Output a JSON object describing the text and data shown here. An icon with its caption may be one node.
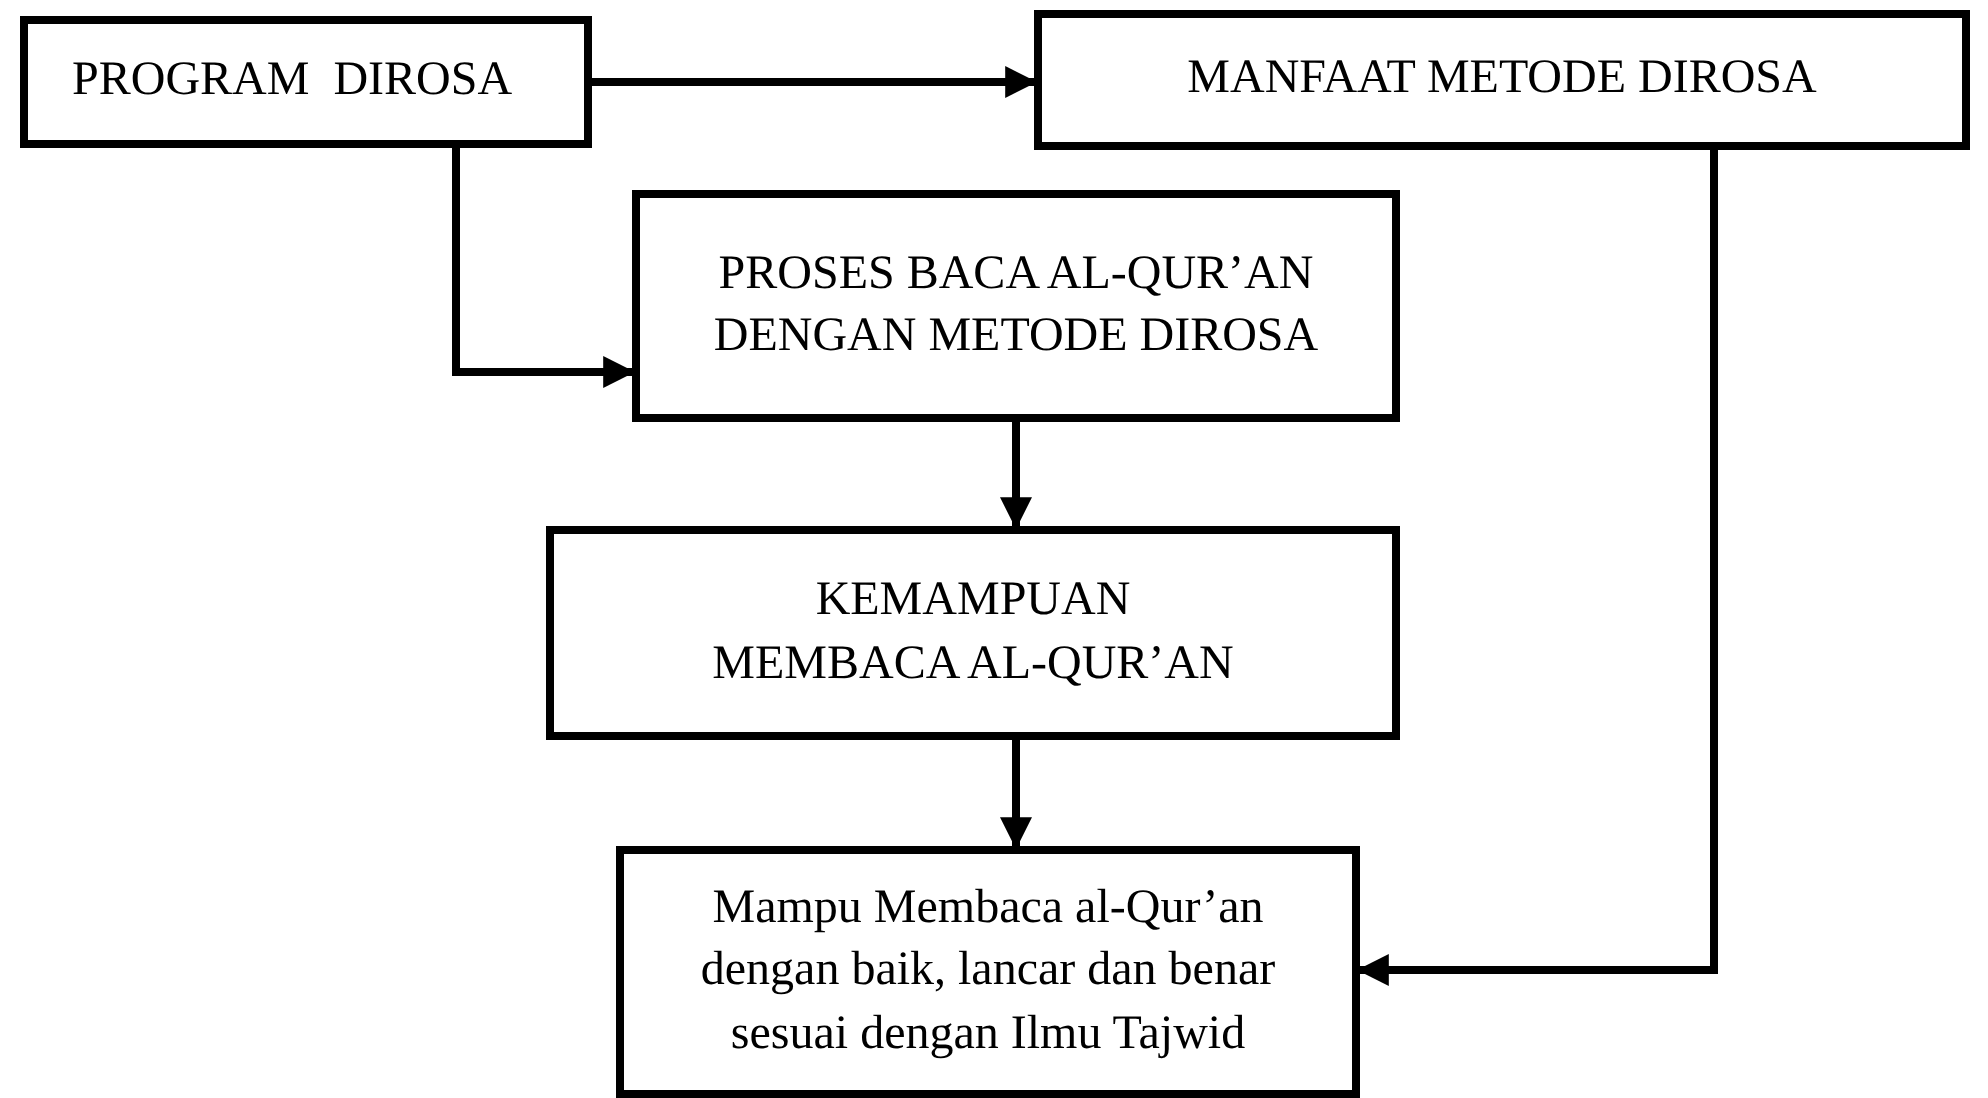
{
  "diagram": {
    "nodes": [
      {
        "text": [
          "PROGRAM  DIROSA"
        ]
      },
      {
        "text": [
          "MANFAAT METODE DIROSA"
        ]
      },
      {
        "text": [
          "PROSES BACA AL-QUR’AN DENGAN METODE DIROSA"
        ]
      },
      {
        "text": [
          "KEMAMPUAN MEMBACA AL-QUR’AN"
        ]
      },
      {
        "text": [
          "Mampu Membaca al-Qur’an dengan baik, lancar dan benar sesuai dengan Ilmu Tajwid"
        ]
      }
    ],
    "edges": [
      {
        "from": 0,
        "to": 1,
        "arrow": "to"
      },
      {
        "from": 0,
        "to": 2,
        "arrow": "to"
      },
      {
        "from": 2,
        "to": 3,
        "arrow": "to"
      },
      {
        "from": 3,
        "to": 4,
        "arrow": "to"
      },
      {
        "from": 1,
        "to": 4,
        "arrow": "to"
      }
    ]
  }
}
